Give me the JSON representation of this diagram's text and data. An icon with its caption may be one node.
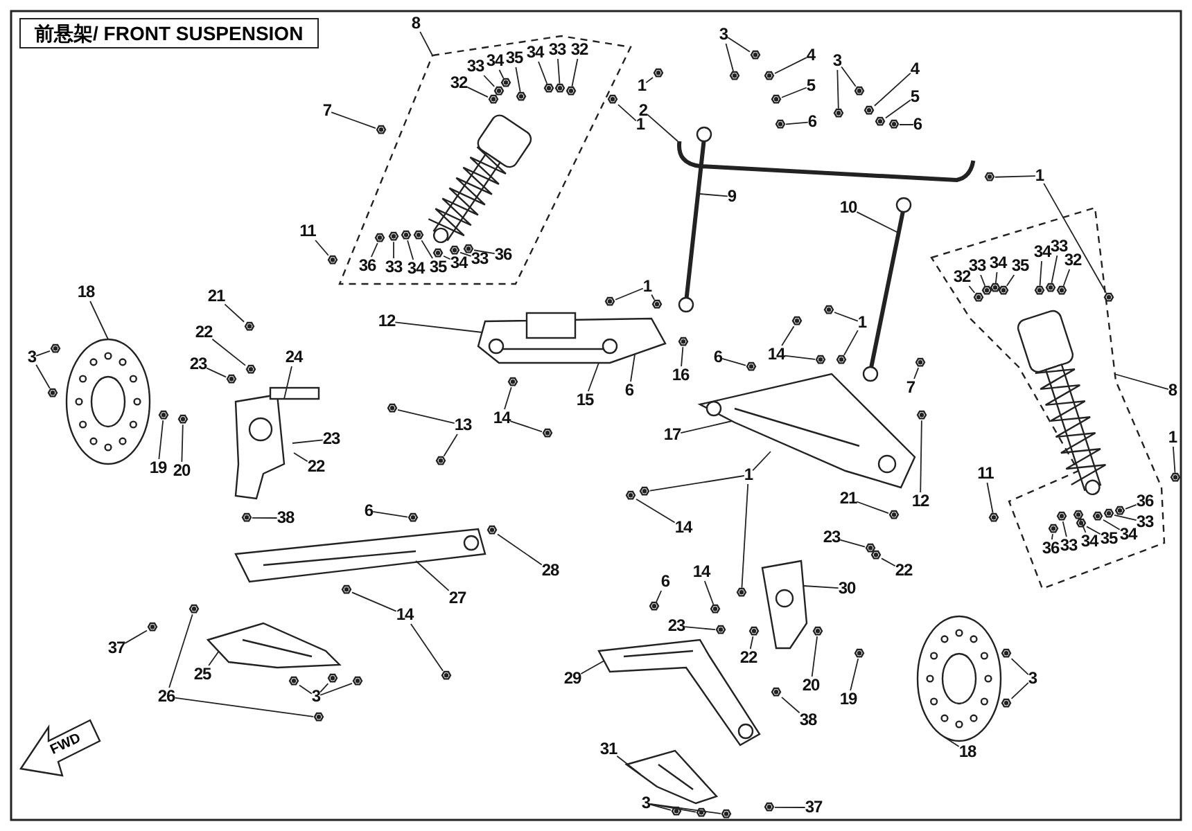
{
  "diagram": {
    "title": "前悬架/ FRONT SUSPENSION",
    "nodes": [
      {
        "text": [
          "8"
        ]
      },
      {
        "text": [
          "32"
        ],
        "in": 104
      },
      {
        "text": [
          "33"
        ],
        "in": 104
      },
      {
        "text": [
          "34"
        ],
        "in": 104
      },
      {
        "text": [
          "35"
        ],
        "in": 104
      },
      {
        "text": [
          "34"
        ],
        "in": 104
      },
      {
        "text": [
          "33"
        ],
        "in": 104
      },
      {
        "text": [
          "32"
        ],
        "in": 104
      },
      {
        "text": [
          "1"
        ]
      },
      {
        "text": [
          "1"
        ]
      },
      {
        "text": [
          "2"
        ]
      },
      {
        "text": [
          "7"
        ]
      },
      {
        "text": [
          "3"
        ]
      },
      {
        "text": [
          "4"
        ]
      },
      {
        "text": [
          "5"
        ]
      },
      {
        "text": [
          "6"
        ]
      },
      {
        "text": [
          "3"
        ]
      },
      {
        "text": [
          "4"
        ]
      },
      {
        "text": [
          "5"
        ]
      },
      {
        "text": [
          "6"
        ]
      },
      {
        "text": [
          "9"
        ]
      },
      {
        "text": [
          "1"
        ]
      },
      {
        "text": [
          "10"
        ]
      },
      {
        "text": [
          "11"
        ]
      },
      {
        "text": [
          "36"
        ],
        "in": 104
      },
      {
        "text": [
          "33"
        ],
        "in": 104
      },
      {
        "text": [
          "34"
        ],
        "in": 104
      },
      {
        "text": [
          "35"
        ],
        "in": 104
      },
      {
        "text": [
          "34"
        ],
        "in": 104
      },
      {
        "text": [
          "33"
        ],
        "in": 104
      },
      {
        "text": [
          "36"
        ],
        "in": 104
      },
      {
        "text": [
          "18"
        ]
      },
      {
        "text": [
          "3"
        ]
      },
      {
        "text": [
          "21"
        ]
      },
      {
        "text": [
          "22"
        ]
      },
      {
        "text": [
          "23"
        ]
      },
      {
        "text": [
          "24"
        ]
      },
      {
        "text": [
          "19"
        ]
      },
      {
        "text": [
          "20"
        ]
      },
      {
        "text": [
          "23"
        ]
      },
      {
        "text": [
          "22"
        ]
      },
      {
        "text": [
          "12"
        ]
      },
      {
        "text": [
          "1"
        ]
      },
      {
        "text": [
          "15"
        ]
      },
      {
        "text": [
          "6"
        ]
      },
      {
        "text": [
          "16"
        ]
      },
      {
        "text": [
          "14"
        ]
      },
      {
        "text": [
          "1"
        ]
      },
      {
        "text": [
          "6"
        ]
      },
      {
        "text": [
          "17"
        ]
      },
      {
        "text": [
          "13"
        ]
      },
      {
        "text": [
          "14"
        ]
      },
      {
        "text": [
          "1"
        ]
      },
      {
        "text": [
          "32"
        ],
        "in": 105
      },
      {
        "text": [
          "33"
        ],
        "in": 105
      },
      {
        "text": [
          "34"
        ],
        "in": 105
      },
      {
        "text": [
          "35"
        ],
        "in": 105
      },
      {
        "text": [
          "34"
        ],
        "in": 105
      },
      {
        "text": [
          "33"
        ],
        "in": 105
      },
      {
        "text": [
          "32"
        ],
        "in": 105
      },
      {
        "text": [
          "8"
        ]
      },
      {
        "text": [
          "7"
        ]
      },
      {
        "text": [
          "1"
        ]
      },
      {
        "text": [
          "11"
        ],
        "in": 105
      },
      {
        "text": [
          "36"
        ],
        "in": 105
      },
      {
        "text": [
          "33"
        ],
        "in": 105
      },
      {
        "text": [
          "34"
        ],
        "in": 105
      },
      {
        "text": [
          "35"
        ],
        "in": 105
      },
      {
        "text": [
          "34"
        ],
        "in": 105
      },
      {
        "text": [
          "33"
        ],
        "in": 105
      },
      {
        "text": [
          "36"
        ],
        "in": 105
      },
      {
        "text": [
          "12"
        ]
      },
      {
        "text": [
          "21"
        ]
      },
      {
        "text": [
          "23"
        ]
      },
      {
        "text": [
          "22"
        ]
      },
      {
        "text": [
          "38"
        ]
      },
      {
        "text": [
          "6"
        ]
      },
      {
        "text": [
          "14"
        ]
      },
      {
        "text": [
          "28"
        ]
      },
      {
        "text": [
          "27"
        ]
      },
      {
        "text": [
          "14"
        ]
      },
      {
        "text": [
          "14"
        ]
      },
      {
        "text": [
          "6"
        ]
      },
      {
        "text": [
          "30"
        ]
      },
      {
        "text": [
          "37"
        ]
      },
      {
        "text": [
          "25"
        ]
      },
      {
        "text": [
          "26"
        ]
      },
      {
        "text": [
          "3"
        ]
      },
      {
        "text": [
          "23"
        ]
      },
      {
        "text": [
          "22"
        ]
      },
      {
        "text": [
          "29"
        ]
      },
      {
        "text": [
          "20"
        ]
      },
      {
        "text": [
          "19"
        ]
      },
      {
        "text": [
          "38"
        ]
      },
      {
        "text": [
          "3"
        ]
      },
      {
        "text": [
          "18"
        ]
      },
      {
        "text": [
          "31"
        ]
      },
      {
        "text": [
          "3"
        ]
      },
      {
        "text": [
          "37"
        ]
      },
      {
        "text": [],
        "shape": "picture"
      },
      {
        "text": [],
        "shape": "picture"
      },
      {
        "text": [],
        "shape": "picture"
      },
      {
        "text": [],
        "shape": "picture",
        "in": 104
      },
      {
        "text": [],
        "shape": "picture",
        "in": 105
      },
      {
        "text": [],
        "shape": "box"
      },
      {
        "text": [],
        "shape": "box"
      },
      {
        "text": [],
        "shape": "picture"
      },
      {
        "text": [],
        "shape": "picture"
      },
      {
        "text": [],
        "shape": "picture"
      },
      {
        "text": [],
        "shape": "picture"
      },
      {
        "text": [],
        "shape": "picture"
      },
      {
        "text": [],
        "shape": "picture"
      },
      {
        "text": [],
        "shape": "picture"
      },
      {
        "text": [],
        "shape": "picture"
      },
      {
        "text": [],
        "shape": "picture"
      },
      {
        "text": [],
        "shape": "picture"
      },
      {
        "text": [
          "FWD"
        ]
      },
      {
        "text": [],
        "shape": "picture",
        "in": 104
      },
      {
        "text": [],
        "shape": "picture",
        "in": 104
      },
      {
        "text": [],
        "shape": "picture",
        "in": 104
      },
      {
        "text": [],
        "shape": "picture",
        "in": 104
      },
      {
        "text": [],
        "shape": "picture",
        "in": 104
      },
      {
        "text": [],
        "shape": "picture",
        "in": 104
      },
      {
        "text": [],
        "shape": "picture",
        "in": 104
      },
      {
        "text": [],
        "shape": "picture"
      },
      {
        "text": [],
        "shape": "picture",
        "in": 104
      },
      {
        "text": [],
        "shape": "picture",
        "in": 104
      },
      {
        "text": [],
        "shape": "picture"
      },
      {
        "text": [],
        "shape": "picture"
      },
      {
        "text": [],
        "shape": "picture"
      },
      {
        "text": [],
        "shape": "picture"
      },
      {
        "text": [],
        "shape": "picture"
      },
      {
        "text": [],
        "shape": "picture"
      },
      {
        "text": [],
        "shape": "picture"
      },
      {
        "text": [],
        "shape": "picture"
      },
      {
        "text": [],
        "shape": "picture"
      },
      {
        "text": [],
        "shape": "picture"
      },
      {
        "text": [],
        "shape": "picture"
      },
      {
        "text": [],
        "shape": "picture",
        "in": 105
      },
      {
        "text": [],
        "shape": "picture"
      },
      {
        "text": [],
        "shape": "picture",
        "in": 104
      },
      {
        "text": [],
        "shape": "picture",
        "in": 104
      },
      {
        "text": [],
        "shape": "picture",
        "in": 104
      },
      {
        "text": [],
        "shape": "picture",
        "in": 104
      },
      {
        "text": [],
        "shape": "picture",
        "in": 104
      },
      {
        "text": [],
        "shape": "picture",
        "in": 104
      },
      {
        "text": [],
        "shape": "picture",
        "in": 104
      },
      {
        "text": [],
        "shape": "picture"
      },
      {
        "text": [],
        "shape": "picture"
      },
      {
        "text": [],
        "shape": "picture"
      },
      {
        "text": [],
        "shape": "picture"
      },
      {
        "text": [],
        "shape": "picture"
      },
      {
        "text": [],
        "shape": "picture"
      },
      {
        "text": [],
        "shape": "picture"
      },
      {
        "text": [],
        "shape": "picture"
      },
      {
        "text": [],
        "shape": "picture"
      },
      {
        "text": [],
        "shape": "picture"
      },
      {
        "text": [],
        "shape": "picture"
      },
      {
        "text": [],
        "shape": "picture"
      },
      {
        "text": [],
        "shape": "picture"
      },
      {
        "text": [],
        "shape": "picture"
      },
      {
        "text": [],
        "shape": "picture"
      },
      {
        "text": [],
        "shape": "picture"
      },
      {
        "text": [],
        "shape": "picture"
      },
      {
        "text": [],
        "shape": "picture"
      },
      {
        "text": [],
        "shape": "picture"
      },
      {
        "text": [],
        "shape": "picture"
      },
      {
        "text": [],
        "shape": "picture"
      },
      {
        "text": [],
        "shape": "picture",
        "in": 105
      },
      {
        "text": [],
        "shape": "picture",
        "in": 105
      },
      {
        "text": [],
        "shape": "picture",
        "in": 105
      },
      {
        "text": [],
        "shape": "picture",
        "in": 105
      },
      {
        "text": [],
        "shape": "picture",
        "in": 105
      },
      {
        "text": [],
        "shape": "picture",
        "in": 105
      },
      {
        "text": [],
        "shape": "picture",
        "in": 105
      },
      {
        "text": [],
        "shape": "picture"
      },
      {
        "text": [],
        "shape": "picture"
      },
      {
        "text": [],
        "shape": "picture",
        "in": 105
      },
      {
        "text": [],
        "shape": "picture",
        "in": 105
      },
      {
        "text": [],
        "shape": "picture",
        "in": 105
      },
      {
        "text": [],
        "shape": "picture",
        "in": 105
      },
      {
        "text": [],
        "shape": "picture",
        "in": 105
      },
      {
        "text": [],
        "shape": "picture",
        "in": 105
      },
      {
        "text": [],
        "shape": "picture",
        "in": 105
      },
      {
        "text": [],
        "shape": "picture",
        "in": 105
      },
      {
        "text": [],
        "shape": "picture"
      },
      {
        "text": [],
        "shape": "picture"
      },
      {
        "text": [],
        "shape": "picture"
      },
      {
        "text": [],
        "shape": "picture"
      },
      {
        "text": [],
        "shape": "picture"
      },
      {
        "text": [],
        "shape": "picture"
      },
      {
        "text": [],
        "shape": "picture"
      },
      {
        "text": [],
        "shape": "picture"
      },
      {
        "text": [],
        "shape": "picture"
      },
      {
        "text": [],
        "shape": "picture"
      },
      {
        "text": [],
        "shape": "picture"
      },
      {
        "text": [],
        "shape": "picture"
      },
      {
        "text": [],
        "shape": "picture"
      },
      {
        "text": [],
        "shape": "picture"
      },
      {
        "text": [],
        "shape": "picture"
      },
      {
        "text": [],
        "shape": "picture"
      },
      {
        "text": [],
        "shape": "picture"
      },
      {
        "text": [],
        "shape": "picture"
      },
      {
        "text": [],
        "shape": "picture"
      },
      {
        "text": [],
        "shape": "picture"
      },
      {
        "text": [],
        "shape": "picture"
      },
      {
        "text": [],
        "shape": "picture"
      },
      {
        "text": [],
        "shape": "picture"
      },
      {
        "text": [],
        "shape": "picture"
      },
      {
        "text": [],
        "shape": "picture"
      },
      {
        "text": [],
        "shape": "picture"
      },
      {
        "text": [],
        "shape": "picture"
      },
      {
        "text": [],
        "shape": "picture"
      },
      {
        "text": [],
        "shape": "picture"
      }
    ],
    "edges": [
      {
        "from": 0,
        "to": 104,
        "arrow": "none"
      },
      {
        "from": 1,
        "to": 117,
        "arrow": "none"
      },
      {
        "from": 2,
        "to": 118,
        "arrow": "none"
      },
      {
        "from": 3,
        "to": 119,
        "arrow": "none"
      },
      {
        "from": 4,
        "to": 120,
        "arrow": "none"
      },
      {
        "from": 5,
        "to": 121,
        "arrow": "none"
      },
      {
        "from": 6,
        "to": 122,
        "arrow": "none"
      },
      {
        "from": 7,
        "to": 123,
        "arrow": "none"
      },
      {
        "from": 8,
        "to": 124,
        "arrow": "none"
      },
      {
        "from": 9,
        "to": 125,
        "arrow": "none"
      },
      {
        "from": 10,
        "to": 99,
        "arrow": "none"
      },
      {
        "from": 11,
        "to": 126,
        "arrow": "none"
      },
      {
        "from": 12,
        "to": 127,
        "arrow": "none"
      },
      {
        "from": 12,
        "to": 128,
        "arrow": "none"
      },
      {
        "from": 13,
        "to": 129,
        "arrow": "none"
      },
      {
        "from": 14,
        "to": 130,
        "arrow": "none"
      },
      {
        "from": 15,
        "to": 131,
        "arrow": "none"
      },
      {
        "from": 16,
        "to": 132,
        "arrow": "none"
      },
      {
        "from": 16,
        "to": 133,
        "arrow": "none"
      },
      {
        "from": 17,
        "to": 134,
        "arrow": "none"
      },
      {
        "from": 18,
        "to": 135,
        "arrow": "none"
      },
      {
        "from": 19,
        "to": 136,
        "arrow": "none"
      },
      {
        "from": 20,
        "to": 100,
        "arrow": "none"
      },
      {
        "from": 21,
        "to": 137,
        "arrow": "none"
      },
      {
        "from": 21,
        "to": 138,
        "arrow": "none"
      },
      {
        "from": 22,
        "to": 101,
        "arrow": "none"
      },
      {
        "from": 23,
        "to": 139,
        "arrow": "none"
      },
      {
        "from": 24,
        "to": 140,
        "arrow": "none"
      },
      {
        "from": 25,
        "to": 141,
        "arrow": "none"
      },
      {
        "from": 26,
        "to": 142,
        "arrow": "none"
      },
      {
        "from": 27,
        "to": 143,
        "arrow": "none"
      },
      {
        "from": 28,
        "to": 144,
        "arrow": "none"
      },
      {
        "from": 29,
        "to": 145,
        "arrow": "none"
      },
      {
        "from": 30,
        "to": 146,
        "arrow": "none"
      },
      {
        "from": 31,
        "to": 110,
        "arrow": "none"
      },
      {
        "from": 32,
        "to": 147,
        "arrow": "none"
      },
      {
        "from": 32,
        "to": 148,
        "arrow": "none"
      },
      {
        "from": 33,
        "to": 149,
        "arrow": "none"
      },
      {
        "from": 34,
        "to": 150,
        "arrow": "none"
      },
      {
        "from": 35,
        "to": 151,
        "arrow": "none"
      },
      {
        "from": 36,
        "to": 112,
        "arrow": "none"
      },
      {
        "from": 37,
        "to": 152,
        "arrow": "none"
      },
      {
        "from": 38,
        "to": 153,
        "arrow": "none"
      },
      {
        "from": 39,
        "to": 112,
        "arrow": "none"
      },
      {
        "from": 40,
        "to": 112,
        "arrow": "none"
      },
      {
        "from": 41,
        "to": 106,
        "arrow": "none"
      },
      {
        "from": 42,
        "to": 154,
        "arrow": "none"
      },
      {
        "from": 42,
        "to": 155,
        "arrow": "none"
      },
      {
        "from": 43,
        "to": 106,
        "arrow": "none"
      },
      {
        "from": 44,
        "to": 106,
        "arrow": "none"
      },
      {
        "from": 45,
        "to": 156,
        "arrow": "none"
      },
      {
        "from": 46,
        "to": 157,
        "arrow": "none"
      },
      {
        "from": 46,
        "to": 158,
        "arrow": "none"
      },
      {
        "from": 47,
        "to": 159,
        "arrow": "none"
      },
      {
        "from": 47,
        "to": 160,
        "arrow": "none"
      },
      {
        "from": 48,
        "to": 161,
        "arrow": "none"
      },
      {
        "from": 49,
        "to": 107,
        "arrow": "none"
      },
      {
        "from": 50,
        "to": 162,
        "arrow": "none"
      },
      {
        "from": 50,
        "to": 163,
        "arrow": "none"
      },
      {
        "from": 51,
        "to": 164,
        "arrow": "none"
      },
      {
        "from": 51,
        "to": 165,
        "arrow": "none"
      },
      {
        "from": 52,
        "to": 107,
        "arrow": "none"
      },
      {
        "from": 52,
        "to": 166,
        "arrow": "none"
      },
      {
        "from": 52,
        "to": 167,
        "arrow": "none"
      },
      {
        "from": 53,
        "to": 168,
        "arrow": "none"
      },
      {
        "from": 54,
        "to": 169,
        "arrow": "none"
      },
      {
        "from": 55,
        "to": 170,
        "arrow": "none"
      },
      {
        "from": 56,
        "to": 171,
        "arrow": "none"
      },
      {
        "from": 57,
        "to": 172,
        "arrow": "none"
      },
      {
        "from": 58,
        "to": 173,
        "arrow": "none"
      },
      {
        "from": 59,
        "to": 174,
        "arrow": "none"
      },
      {
        "from": 60,
        "to": 105,
        "arrow": "none"
      },
      {
        "from": 61,
        "to": 175,
        "arrow": "none"
      },
      {
        "from": 62,
        "to": 176,
        "arrow": "none"
      },
      {
        "from": 63,
        "to": 177,
        "arrow": "none"
      },
      {
        "from": 64,
        "to": 178,
        "arrow": "none"
      },
      {
        "from": 65,
        "to": 179,
        "arrow": "none"
      },
      {
        "from": 66,
        "to": 180,
        "arrow": "none"
      },
      {
        "from": 67,
        "to": 181,
        "arrow": "none"
      },
      {
        "from": 68,
        "to": 182,
        "arrow": "none"
      },
      {
        "from": 69,
        "to": 183,
        "arrow": "none"
      },
      {
        "from": 70,
        "to": 184,
        "arrow": "none"
      },
      {
        "from": 71,
        "to": 185,
        "arrow": "none"
      },
      {
        "from": 72,
        "to": 186,
        "arrow": "none"
      },
      {
        "from": 73,
        "to": 187,
        "arrow": "none"
      },
      {
        "from": 74,
        "to": 188,
        "arrow": "none"
      },
      {
        "from": 75,
        "to": 189,
        "arrow": "none"
      },
      {
        "from": 76,
        "to": 190,
        "arrow": "none"
      },
      {
        "from": 77,
        "to": 191,
        "arrow": "none"
      },
      {
        "from": 78,
        "to": 192,
        "arrow": "none"
      },
      {
        "from": 79,
        "to": 108,
        "arrow": "none"
      },
      {
        "from": 80,
        "to": 193,
        "arrow": "none"
      },
      {
        "from": 80,
        "to": 194,
        "arrow": "none"
      },
      {
        "from": 81,
        "to": 195,
        "arrow": "none"
      },
      {
        "from": 82,
        "to": 196,
        "arrow": "none"
      },
      {
        "from": 83,
        "to": 113,
        "arrow": "none"
      },
      {
        "from": 84,
        "to": 197,
        "arrow": "none"
      },
      {
        "from": 85,
        "to": 114,
        "arrow": "none"
      },
      {
        "from": 86,
        "to": 198,
        "arrow": "none"
      },
      {
        "from": 86,
        "to": 199,
        "arrow": "none"
      },
      {
        "from": 87,
        "to": 200,
        "arrow": "none"
      },
      {
        "from": 87,
        "to": 201,
        "arrow": "none"
      },
      {
        "from": 87,
        "to": 202,
        "arrow": "none"
      },
      {
        "from": 88,
        "to": 203,
        "arrow": "none"
      },
      {
        "from": 89,
        "to": 204,
        "arrow": "none"
      },
      {
        "from": 90,
        "to": 109,
        "arrow": "none"
      },
      {
        "from": 91,
        "to": 205,
        "arrow": "none"
      },
      {
        "from": 92,
        "to": 206,
        "arrow": "none"
      },
      {
        "from": 93,
        "to": 207,
        "arrow": "none"
      },
      {
        "from": 94,
        "to": 208,
        "arrow": "none"
      },
      {
        "from": 94,
        "to": 209,
        "arrow": "none"
      },
      {
        "from": 95,
        "to": 111,
        "arrow": "none"
      },
      {
        "from": 96,
        "to": 115,
        "arrow": "none"
      },
      {
        "from": 97,
        "to": 210,
        "arrow": "none"
      },
      {
        "from": 97,
        "to": 211,
        "arrow": "none"
      },
      {
        "from": 97,
        "to": 212,
        "arrow": "none"
      },
      {
        "from": 98,
        "to": 213,
        "arrow": "none"
      }
    ]
  }
}
